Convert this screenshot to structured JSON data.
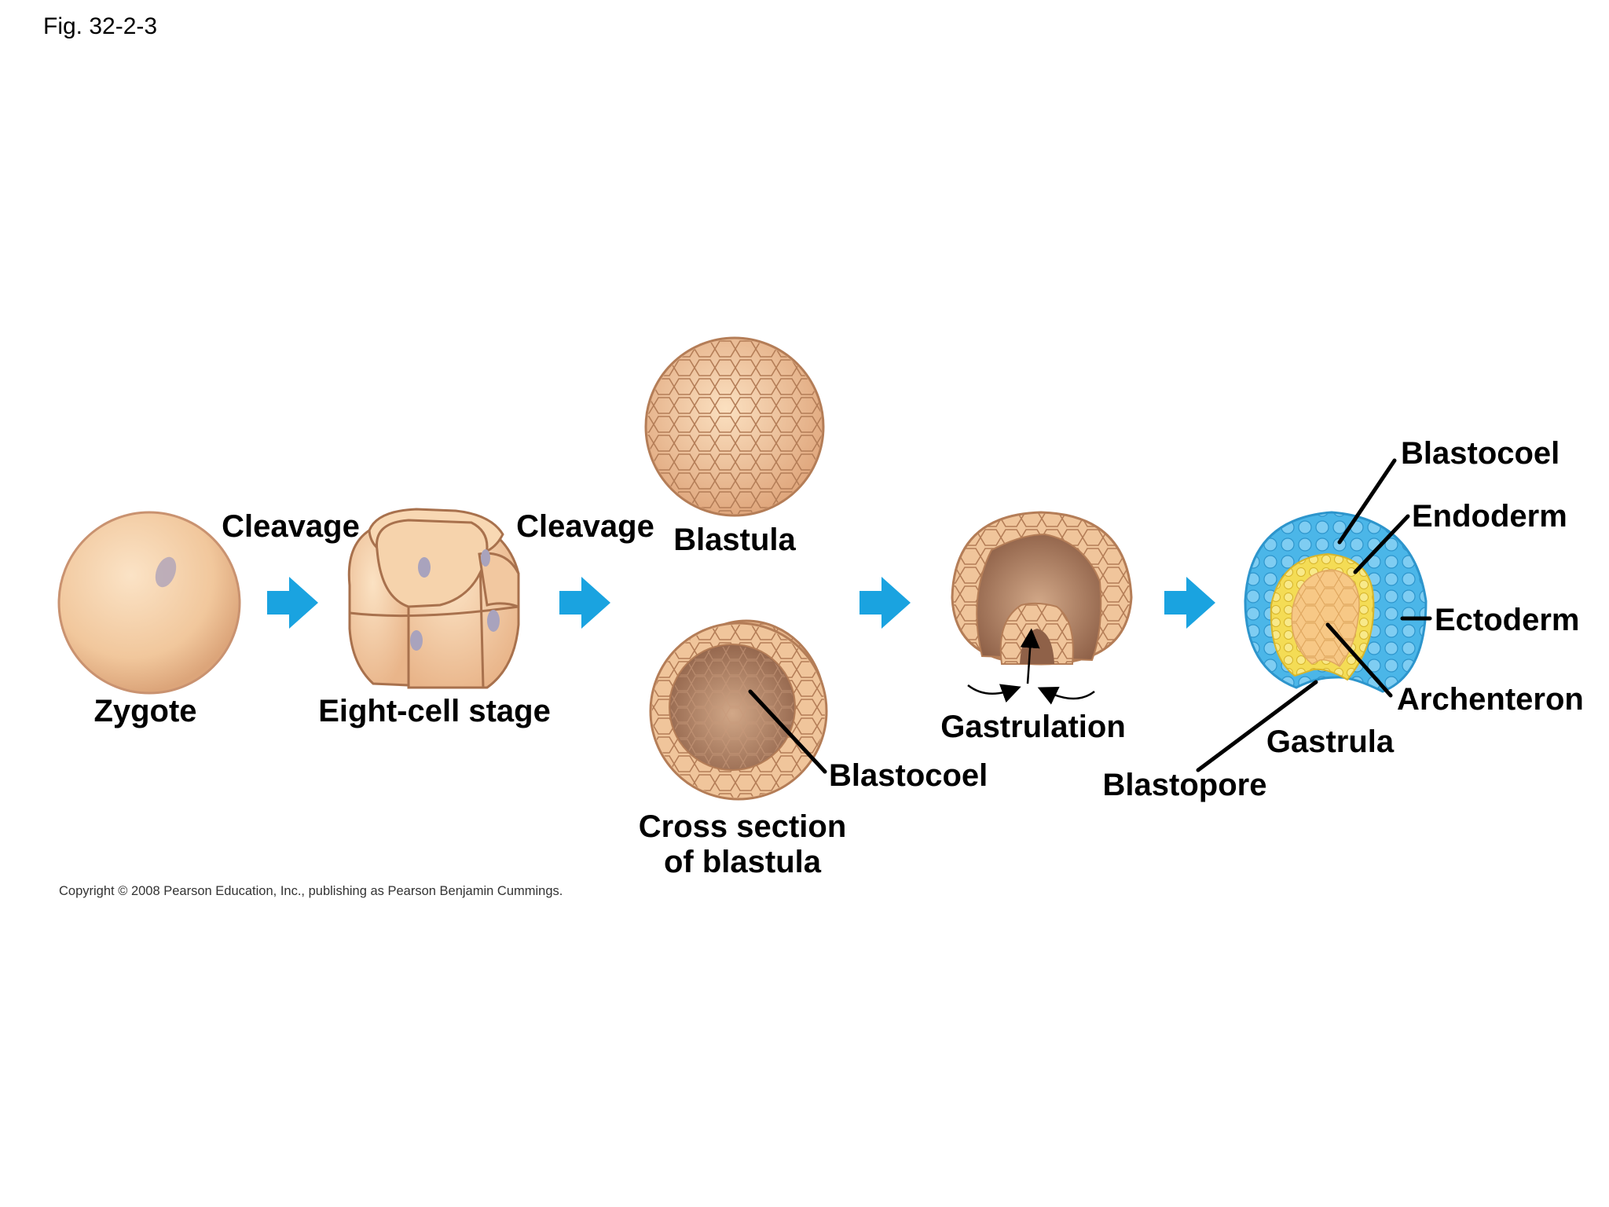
{
  "figure_label": "Fig. 32-2-3",
  "labels": {
    "zygote": "Zygote",
    "cleavage_1": "Cleavage",
    "eight_cell": "Eight-cell stage",
    "cleavage_2": "Cleavage",
    "blastula": "Blastula",
    "cross_section_line1": "Cross section",
    "cross_section_line2": "of blastula",
    "blastocoel_cross": "Blastocoel",
    "gastrulation": "Gastrulation",
    "gastrula": "Gastrula",
    "blastopore": "Blastopore",
    "blastocoel_gastrula": "Blastocoel",
    "endoderm": "Endoderm",
    "ectoderm": "Ectoderm",
    "archenteron": "Archenteron"
  },
  "copyright": "Copyright © 2008 Pearson Education, Inc., publishing as Pearson Benjamin Cummings.",
  "colors": {
    "cell_fill": "#f1c9a0",
    "cell_outline": "#b07a55",
    "interior": "#a97a5c",
    "arrow": "#1aa3e0",
    "ectoderm": "#4bb6e8",
    "endoderm": "#f4dc55",
    "archenteron": "#f7c886"
  }
}
